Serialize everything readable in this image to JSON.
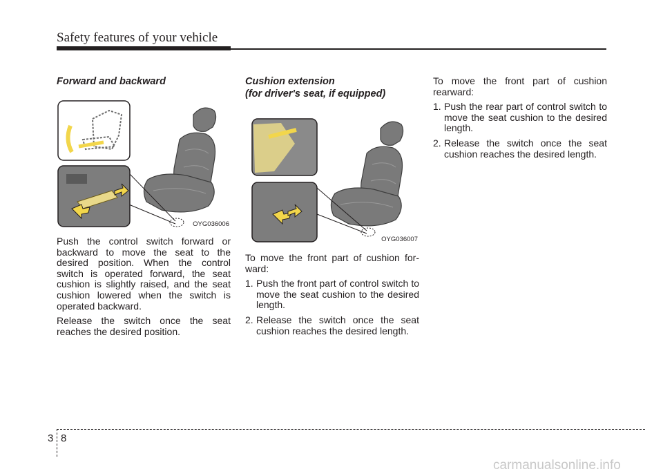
{
  "header": {
    "title": "Safety features of your vehicle"
  },
  "section_forward": {
    "heading": "Forward and backward",
    "figure_code": "OYG036006",
    "paragraph1": "Push the control switch forward or backward to move the seat to the desired position. When the control switch is operated forward, the seat cushion is slightly raised, and the seat cushion lowered when the switch is operated backward.",
    "paragraph2": "Release the switch once the seat reaches the desired position."
  },
  "section_cushion": {
    "heading_line1": "Cushion extension",
    "heading_line2": "(for driver's seat, if equipped)",
    "figure_code": "OYG036007",
    "intro": "To move the front part of cushion for- ward:",
    "steps": [
      {
        "num": "1.",
        "text": "Push the front part of control switch to move the seat cushion to the desired length."
      },
      {
        "num": "2.",
        "text": "Release the switch once the seat cushion reaches the desired length."
      }
    ]
  },
  "section_rear": {
    "intro": "To move the front part of cushion rearward:",
    "steps": [
      {
        "num": "1.",
        "text": "Push the rear part of control switch to move the seat cushion to the desired length."
      },
      {
        "num": "2.",
        "text": "Release the switch once the seat cushion reaches the desired length."
      }
    ]
  },
  "footer": {
    "section": "3",
    "page": "8",
    "watermark": "carmanualsonline.info"
  },
  "colors": {
    "text": "#231f20",
    "arrow": "#f2d64b",
    "seat": "#6e6e6e",
    "watermark": "#c8c8c8"
  }
}
